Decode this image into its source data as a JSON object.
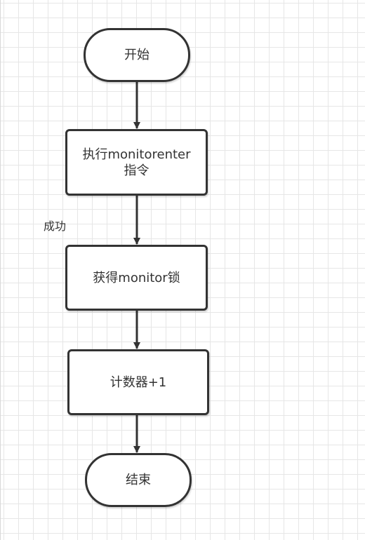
{
  "diagram": {
    "type": "flowchart",
    "nodes": [
      {
        "id": "start",
        "shape": "terminal",
        "label": "开始"
      },
      {
        "id": "exec",
        "shape": "process",
        "label": "执行monitorenter\n指令"
      },
      {
        "id": "acquire",
        "shape": "process",
        "label": "获得monitor锁"
      },
      {
        "id": "counter",
        "shape": "process",
        "label": "计数器+1"
      },
      {
        "id": "end",
        "shape": "terminal",
        "label": "结束"
      }
    ],
    "edges": [
      {
        "from": "start",
        "to": "exec",
        "label": ""
      },
      {
        "from": "exec",
        "to": "acquire",
        "label": "成功"
      },
      {
        "from": "acquire",
        "to": "counter",
        "label": ""
      },
      {
        "from": "counter",
        "to": "end",
        "label": ""
      }
    ]
  },
  "colors": {
    "stroke": "#333333",
    "grid": "#e6e6e6",
    "background": "#ffffff"
  }
}
